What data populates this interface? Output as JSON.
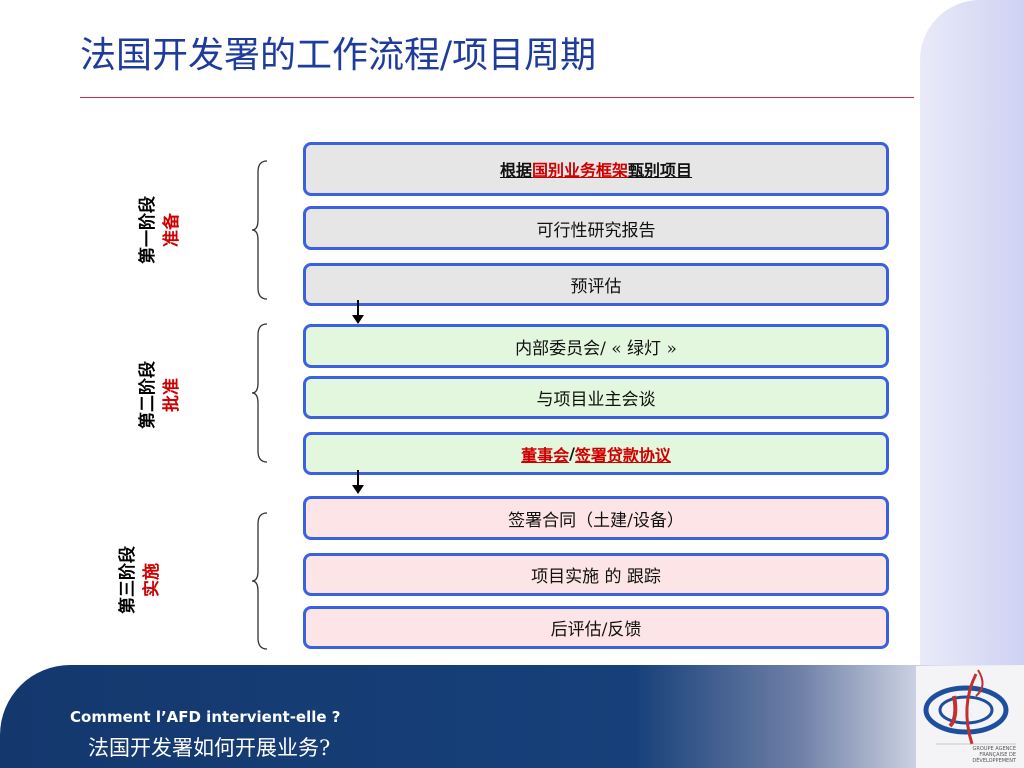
{
  "title": "法国开发署的工作流程/项目周期",
  "stages": [
    {
      "name": "第一阶段",
      "sub": "准备"
    },
    {
      "name": "第二阶段",
      "sub": "批准"
    },
    {
      "name": "第三阶段",
      "sub": "实施"
    }
  ],
  "steps": {
    "s1": {
      "pre": "根据",
      "red": "国别业务框架",
      "post": "甄别项目"
    },
    "s2": "可行性研究报告",
    "s3": "预评估",
    "s4": "内部委员会/ « 绿灯 »",
    "s5": "与项目业主会谈",
    "s6": {
      "a": "董事会",
      "sep": "/",
      "b": "签署贷款协议"
    },
    "s7": "签署合同（土建/设备）",
    "s8": "项目实施 的 跟踪",
    "s9": "后评估/反馈"
  },
  "footer": {
    "en": "Comment l’AFD intervient-elle ?",
    "cn": "法国开发署如何开展业务?"
  },
  "logo": {
    "text": "GROUPE AGENCE FRANÇAISE DE DÉVELOPPEMENT"
  },
  "colors": {
    "title": "#1f3c9c",
    "box_border": "#3a62e0",
    "accent_red": "#d00000",
    "footer": "#14386e"
  }
}
